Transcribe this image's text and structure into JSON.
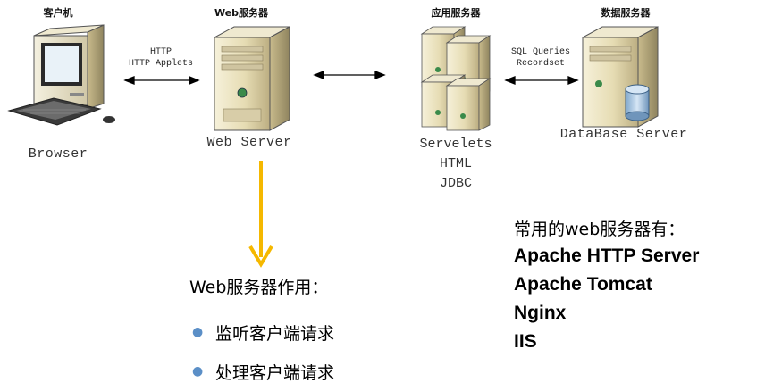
{
  "columns": {
    "client": "客户机",
    "web": "Web服务器",
    "app": "应用服务器",
    "db": "数据服务器"
  },
  "nodes": {
    "browser": "Browser",
    "web_server": "Web Server",
    "db_server": "DataBase Server"
  },
  "links": {
    "client_web_line1": "HTTP",
    "client_web_line2": "HTTP Applets",
    "app_db_line1": "SQL Queries",
    "app_db_line2": "Recordset"
  },
  "app_stack": [
    "Servelets",
    "HTML",
    "JDBC"
  ],
  "role": {
    "title": "Web服务器作用：",
    "items": [
      "监听客户端请求",
      "处理客户端请求"
    ]
  },
  "common": {
    "title": "常用的web服务器有：",
    "servers": [
      "Apache HTTP Server",
      "Apache Tomcat",
      "Nginx",
      "IIS"
    ]
  },
  "colors": {
    "arrow_yellow": "#f5b800",
    "bullet": "#5b8fc7"
  }
}
